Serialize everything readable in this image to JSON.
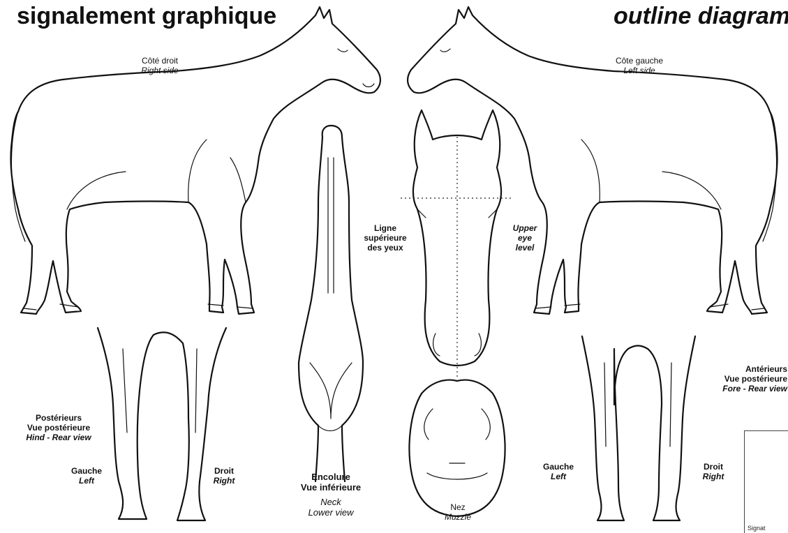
{
  "titles": {
    "left": "signalement graphique",
    "right": "outline diagram"
  },
  "labels": {
    "right_side": {
      "fr": "Côté droit",
      "en": "Right side"
    },
    "left_side": {
      "fr": "Côte gauche",
      "en": "Left side"
    },
    "eye_line": {
      "fr1": "Ligne",
      "fr2": "supérieure",
      "fr3": "des yeux"
    },
    "upper_eye": {
      "en1": "Upper",
      "en2": "eye",
      "en3": "level"
    },
    "hind": {
      "fr1": "Postérieurs",
      "fr2": "Vue postérieure",
      "en": "Hind - Rear view"
    },
    "hind_left": {
      "fr": "Gauche",
      "en": "Left"
    },
    "hind_right": {
      "fr": "Droit",
      "en": "Right"
    },
    "neck": {
      "fr1": "Encolure",
      "fr2": "Vue inférieure",
      "en1": "Neck",
      "en2": "Lower view"
    },
    "muzzle": {
      "fr": "Nez",
      "en": "Muzzle"
    },
    "fore": {
      "fr1": "Antérieurs",
      "fr2": "Vue postérieure",
      "en": "Fore - Rear view"
    },
    "fore_left": {
      "fr": "Gauche",
      "en": "Left"
    },
    "fore_right": {
      "fr": "Droit",
      "en": "Right"
    }
  },
  "signature": {
    "label": "Signat"
  }
}
